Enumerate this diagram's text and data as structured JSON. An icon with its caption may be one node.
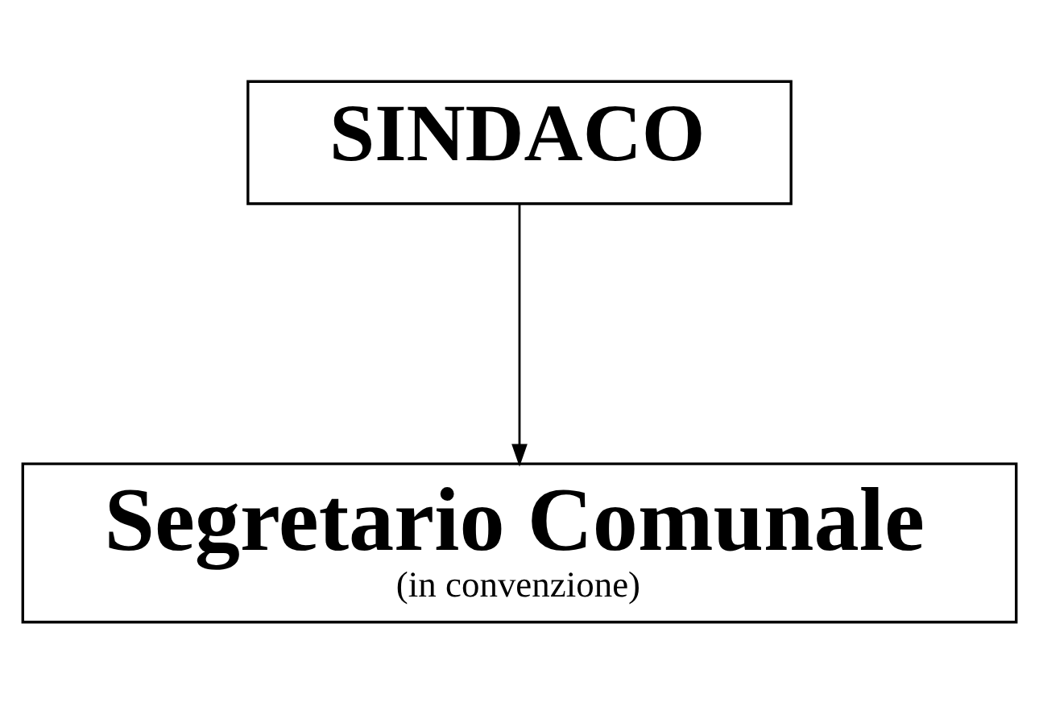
{
  "diagram": {
    "nodes": [
      {
        "text": [
          "SINDACO"
        ]
      },
      {
        "text": [
          "Segretario Comunale",
          "(in convenzione)"
        ]
      }
    ],
    "edges": [
      {
        "from": 0,
        "to": 1,
        "arrow": "to"
      }
    ]
  }
}
